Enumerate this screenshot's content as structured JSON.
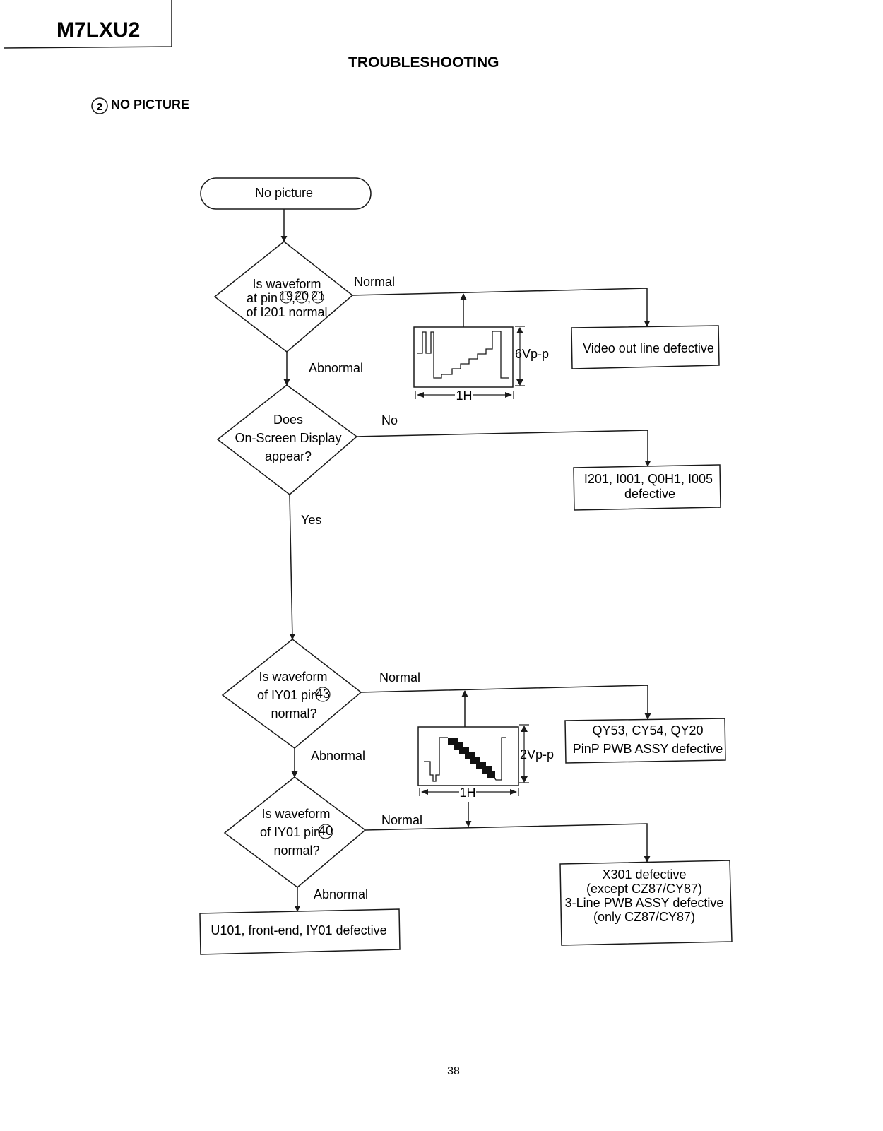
{
  "header": {
    "model": "M7LXU2",
    "section_title": "TROUBLESHOOTING",
    "item_number": "2",
    "item_title": "NO PICTURE"
  },
  "flow": {
    "start": "No picture",
    "d1": {
      "line1": "Is waveform",
      "line2_prefix": "at pin ",
      "pins": [
        "19",
        "20",
        "21"
      ],
      "line3": "of I201 normal"
    },
    "d1_yes": "Normal",
    "d1_no": "Abnormal",
    "r1": "Video out line defective",
    "d2": {
      "line1": "Does",
      "line2": "On-Screen Display",
      "line3": "appear?"
    },
    "d2_no": "No",
    "d2_yes": "Yes",
    "r2": {
      "line1": "I201, I001, Q0H1, I005",
      "line2": "defective"
    },
    "d3": {
      "line1": "Is waveform",
      "line2_prefix": "of IY01 pin",
      "pin": "43",
      "line3": "normal?"
    },
    "d3_yes": "Normal",
    "d3_no": "Abnormal",
    "r3": {
      "line1": "QY53, CY54, QY20",
      "line2": "PinP PWB ASSY defective"
    },
    "d4": {
      "line1": "Is waveform",
      "line2_prefix": "of IY01 pin",
      "pin": "40",
      "line3": "normal?"
    },
    "d4_yes": "Normal",
    "d4_no": "Abnormal",
    "r4": {
      "line1": "X301 defective",
      "line2": "(except CZ87/CY87)",
      "line3": "3-Line PWB ASSY defective",
      "line4": "(only CZ87/CY87)"
    },
    "r5": "U101, front-end, IY01 defective"
  },
  "waveforms": {
    "w1": {
      "amplitude": "6Vp-p",
      "period": "1H"
    },
    "w2": {
      "amplitude": "2Vp-p",
      "period": "1H"
    }
  },
  "footer": {
    "page_number": "38"
  }
}
